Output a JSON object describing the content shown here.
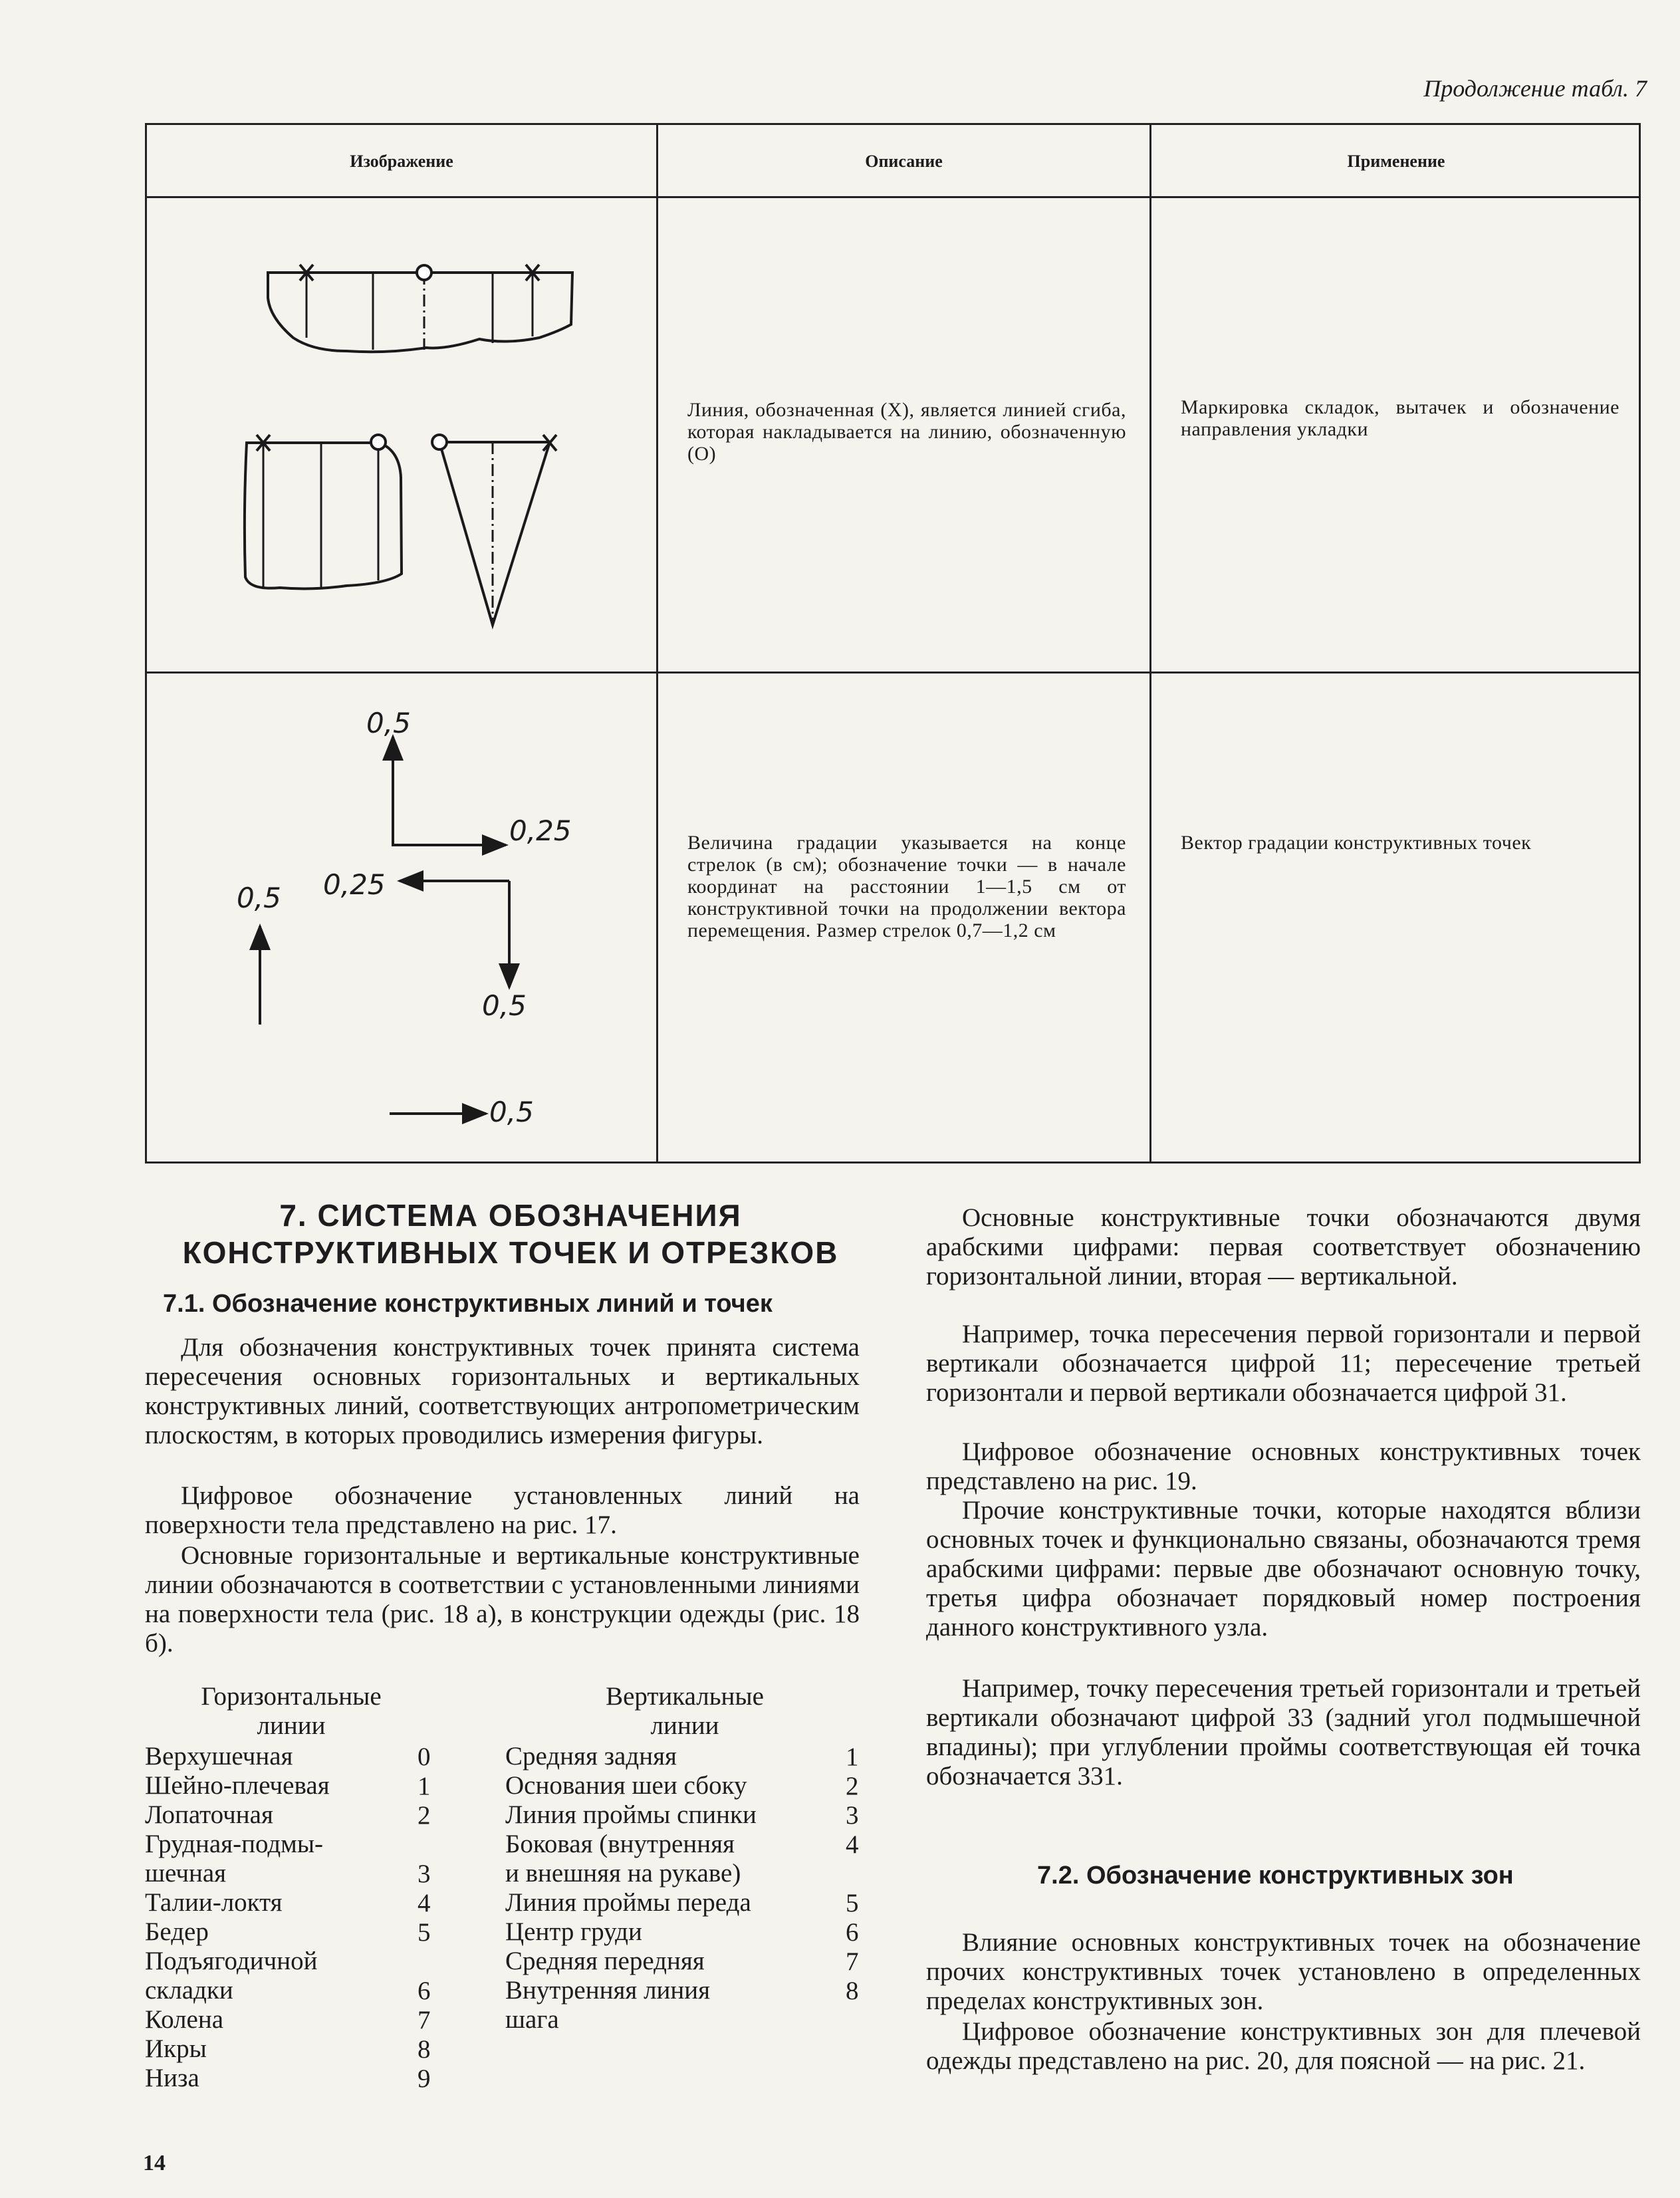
{
  "header": {
    "continuation": "Продолжение табл. 7"
  },
  "table": {
    "headers": [
      "Изображение",
      "Описание",
      "Применение"
    ],
    "rows": [
      {
        "description": "Линия, обозначенная (X), является линией сгиба, которая накладывается на линию, обозначенную (О)",
        "application": "Маркировка складок, вытачек и обозначение направления укладки"
      },
      {
        "description": "Величина градации указывается на конце стрелок (в см); обозначение точки — в начале координат на расстоянии 1—1,5 см от конструктивной точки на продолжении вектора перемещения. Размер стрелок 0,7—1,2 см",
        "application": "Вектор градации конструктивных точек",
        "values": [
          "0,5",
          "0,25",
          "0,25",
          "0,5",
          "0,5",
          "0,5"
        ]
      }
    ]
  },
  "section": {
    "title_line1": "7. СИСТЕМА ОБОЗНАЧЕНИЯ",
    "title_line2": "КОНСТРУКТИВНЫХ ТОЧЕК И ОТРЕЗКОВ",
    "sub1": "7.1. Обозначение конструктивных линий и точек",
    "p1": "Для обозначения конструктивных точек принята система пересечения основных горизонтальных и вертикальных конструктивных линий, соответствующих антропометрическим плоскостям, в которых проводились измерения фигуры.",
    "p2": "Цифровое обозначение установленных линий на поверхности тела представлено на рис. 17.",
    "p3": "Основные горизонтальные и вертикальные конструктивные линии обозначаются в соответствии с установленными линиями на поверхности тела (рис. 18 а), в конструкции одежды (рис. 18 б).",
    "horiz_header": [
      "Горизонтальные",
      "линии"
    ],
    "vert_header": [
      "Вертикальные",
      "линии"
    ],
    "horiz": [
      [
        "Верхушечная",
        "0"
      ],
      [
        "Шейно-плечевая",
        "1"
      ],
      [
        "Лопаточная",
        "2"
      ],
      [
        "Грудная-подмы-",
        ""
      ],
      [
        "шечная",
        "3"
      ],
      [
        "Талии-локтя",
        "4"
      ],
      [
        "Бедер",
        "5"
      ],
      [
        "Подъягодичной",
        ""
      ],
      [
        "складки",
        "6"
      ],
      [
        "Колена",
        "7"
      ],
      [
        "Икры",
        "8"
      ],
      [
        "Низа",
        "9"
      ]
    ],
    "vert": [
      [
        "Средняя задняя",
        "1"
      ],
      [
        "Основания шеи сбоку",
        "2"
      ],
      [
        "Линия проймы спинки",
        "3"
      ],
      [
        "Боковая (внутренняя",
        "4"
      ],
      [
        "и внешняя на рукаве)",
        ""
      ],
      [
        "Линия проймы переда",
        "5"
      ],
      [
        "Центр груди",
        "6"
      ],
      [
        "Средняя передняя",
        "7"
      ],
      [
        "Внутренняя линия",
        "8"
      ],
      [
        "шага",
        ""
      ]
    ],
    "r1": "Основные конструктивные точки обозначаются двумя арабскими цифрами: первая соответствует обозначению горизонтальной линии, вторая — вертикальной.",
    "r2": "Например, точка пересечения первой горизонтали и первой вертикали обозначается цифрой 11; пересечение третьей горизонтали и первой вертикали обозначается цифрой 31.",
    "r3": "Цифровое обозначение основных конструктивных точек представлено на рис. 19.",
    "r4": "Прочие конструктивные точки, которые находятся вблизи основных точек и функционально связаны, обозначаются тремя арабскими цифрами: первые две обозначают основную точку, третья цифра обозначает порядковый номер построения данного конструктивного узла.",
    "r5": "Например, точку пересечения третьей горизонтали и третьей вертикали обозначают цифрой 33 (задний угол подмышечной впадины); при углублении проймы соответствующая ей точка обозначается 331.",
    "sub2": "7.2. Обозначение конструктивных зон",
    "r6": "Влияние основных конструктивных точек на обозначение прочих конструктивных точек установлено в определенных пределах конструктивных зон.",
    "r7": "Цифровое обозначение конструктивных зон для плечевой одежды представлено на рис. 20, для поясной — на рис. 21."
  },
  "page_number": "14"
}
